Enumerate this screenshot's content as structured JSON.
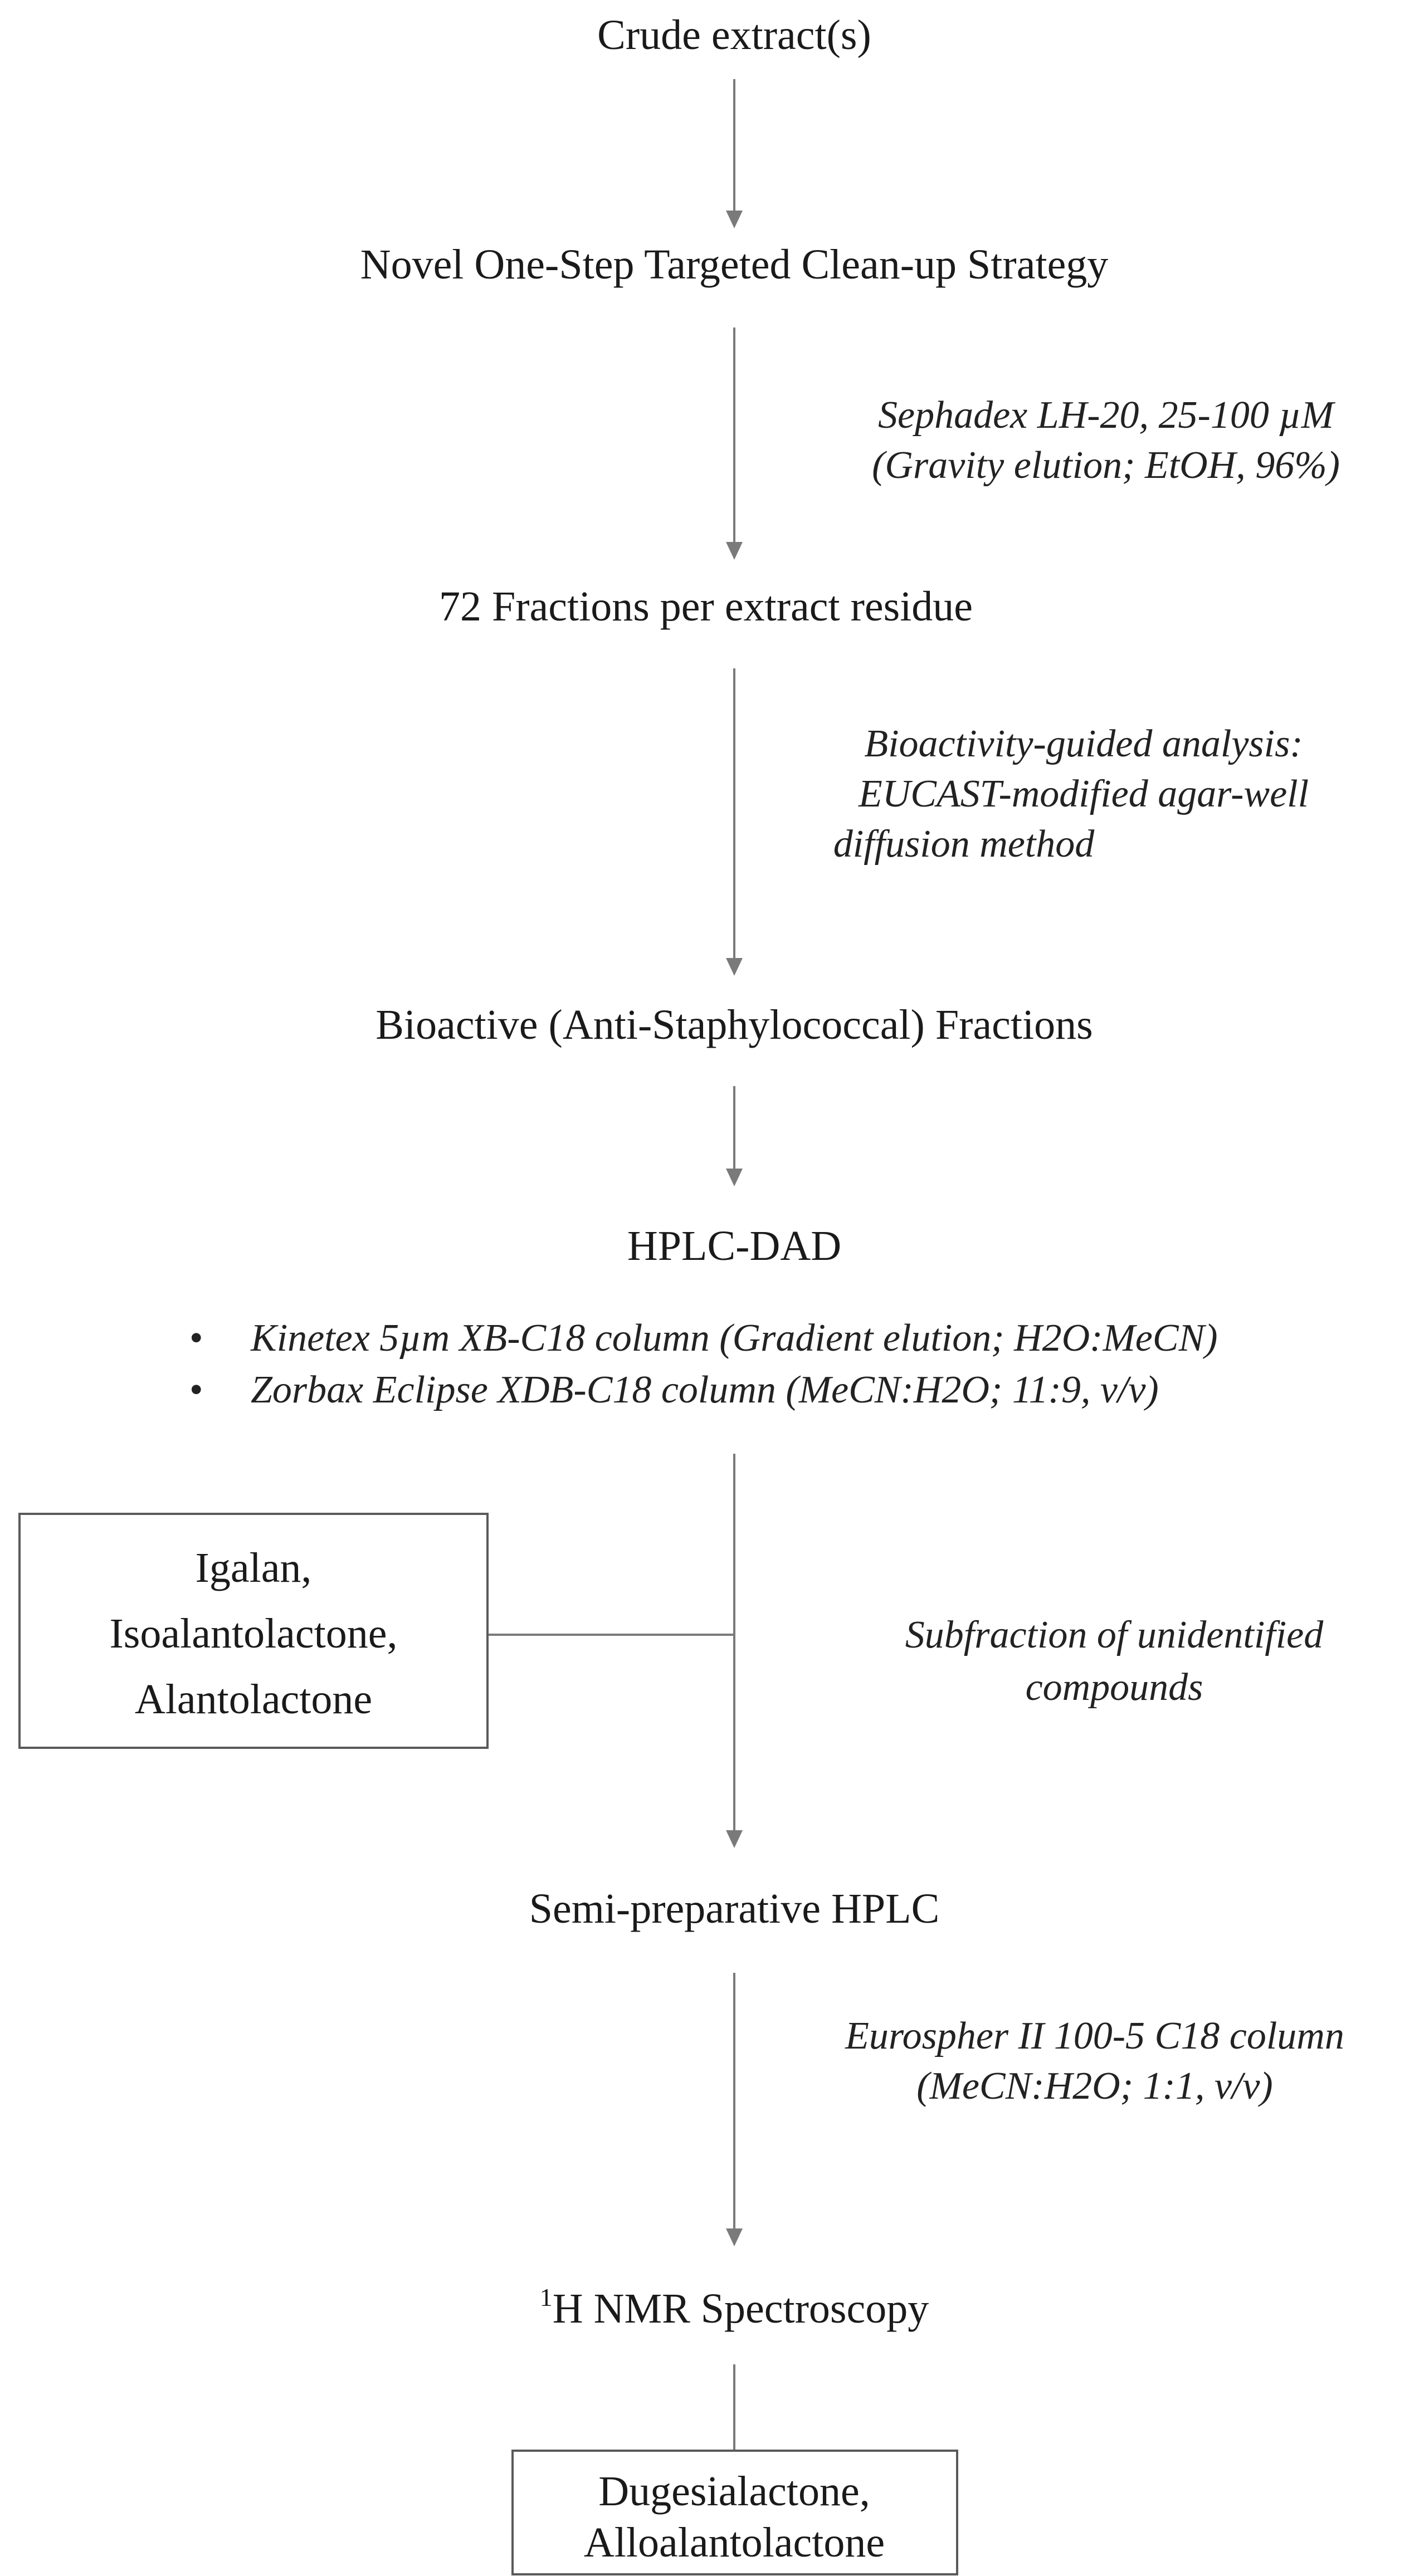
{
  "steps": {
    "crude": "Crude extract(s)",
    "cleanup": "Novel One-Step Targeted Clean-up Strategy",
    "fractions": "72 Fractions per extract residue",
    "bioactive": "Bioactive (Anti-Staphylococcal) Fractions",
    "hplc_dad": "HPLC-DAD",
    "semiprep": "Semi-preparative HPLC",
    "nmr_sup": "1",
    "nmr": "H NMR Spectroscopy"
  },
  "notes": {
    "sephadex": [
      "Sephadex LH-20, 25-100 µM",
      "(Gravity elution; EtOH, 96%)"
    ],
    "bioactivity": [
      "Bioactivity-guided analysis:",
      "EUCAST-modified agar-well",
      "diffusion method"
    ],
    "hplc_columns": [
      "Kinetex 5µm XB-C18 column (Gradient elution; H2O:MeCN)",
      "Zorbax Eclipse XDB-C18 column (MeCN:H2O;  11:9, v/v)"
    ],
    "bullet_symbol": "•",
    "subfraction": [
      "Subfraction of unidentified",
      "compounds"
    ],
    "eurospher": [
      "Eurospher II 100-5 C18 column",
      "(MeCN:H2O;  1:1, v/v)"
    ]
  },
  "boxes": {
    "known_compounds": [
      "Igalan,",
      "Isoalantolactone,",
      "Alantolactone"
    ],
    "final_compounds": [
      "Dugesialactone,",
      "Alloalantolactone"
    ]
  },
  "colors": {
    "connector": "#7a7a7a",
    "box_border": "#5a5a5a",
    "text": "#1a1a1a"
  }
}
